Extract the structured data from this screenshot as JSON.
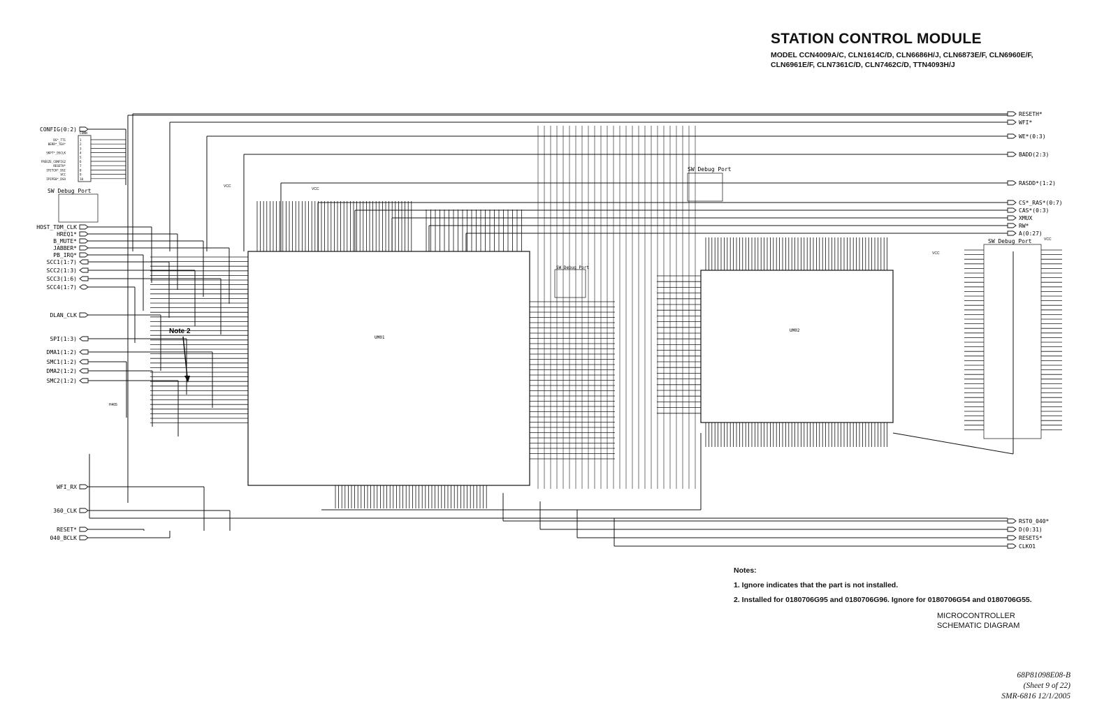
{
  "header": {
    "title": "STATION CONTROL MODULE",
    "models_line1": "MODEL CCN4009A/C, CLN1614C/D, CLN6686H/J, CLN6873E/F, CLN6960E/F,",
    "models_line2": "CLN6961E/F, CLN7361C/D, CLN7462C/D, TTN4093H/J"
  },
  "left_ports": [
    {
      "label": "CONFIG(0:2)",
      "dir": "out"
    },
    {
      "label": "HOST_TDM_CLK",
      "dir": "out"
    },
    {
      "label": "HREQ1*",
      "dir": "out"
    },
    {
      "label": "B_MUTE*",
      "dir": "out"
    },
    {
      "label": "JABBER*",
      "dir": "out"
    },
    {
      "label": "PB_IRQ*",
      "dir": "out"
    },
    {
      "label": "SCC1(1:7)",
      "dir": "in"
    },
    {
      "label": "SCC2(1:3)",
      "dir": "in"
    },
    {
      "label": "SCC3(1:6)",
      "dir": "in"
    },
    {
      "label": "SCC4(1:7)",
      "dir": "bi"
    },
    {
      "label": "DLAN_CLK",
      "dir": "out"
    },
    {
      "label": "SPI(1:3)",
      "dir": "in"
    },
    {
      "label": "DMA1(1:2)",
      "dir": "in"
    },
    {
      "label": "SMC1(1:2)",
      "dir": "in"
    },
    {
      "label": "DMA2(1:2)",
      "dir": "in"
    },
    {
      "label": "SMC2(1:2)",
      "dir": "in"
    },
    {
      "label": "WFI_RX",
      "dir": "out"
    },
    {
      "label": "360_CLK",
      "dir": "out"
    },
    {
      "label": "RESET*",
      "dir": "out"
    },
    {
      "label": "040_BCLK",
      "dir": "out"
    }
  ],
  "right_ports": [
    {
      "label": "RESETH*"
    },
    {
      "label": "WFI*"
    },
    {
      "label": "WE*(0:3)"
    },
    {
      "label": "BADD(2:3)"
    },
    {
      "label": "RASDD*(1:2)"
    },
    {
      "label": "CS*_RAS*(0:7)"
    },
    {
      "label": "CAS*(0:3)"
    },
    {
      "label": "XMUX"
    },
    {
      "label": "RW*"
    },
    {
      "label": "A(0:27)"
    },
    {
      "label": "RST0_040*"
    },
    {
      "label": "D(0:31)"
    },
    {
      "label": "RESETS*"
    },
    {
      "label": "CLKO1"
    }
  ],
  "config_header": {
    "ref": "CONN",
    "pins": [
      {
        "signal": "DS*_TT1",
        "pin": "1"
      },
      {
        "signal": "BERR*_TEA*",
        "pin": "2"
      },
      {
        "signal": "",
        "pin": "3"
      },
      {
        "signal": "SKPT*_DSCLK",
        "pin": "4"
      },
      {
        "signal": "",
        "pin": "5"
      },
      {
        "signal": "FREEZE_CONFIG2",
        "pin": "6"
      },
      {
        "signal": "RESETH*",
        "pin": "7"
      },
      {
        "signal": "IFETCH*_DSI",
        "pin": "8"
      },
      {
        "signal": "VCC",
        "pin": "9"
      },
      {
        "signal": "IPIPE0*_DSO",
        "pin": "10"
      }
    ]
  },
  "debug_ports": [
    {
      "label": "SW Debug Port"
    },
    {
      "label": "SW Debug Port"
    },
    {
      "label": "SW Debug Port"
    },
    {
      "label": "SW Debug Port"
    }
  ],
  "chips": {
    "u1": "UM01",
    "u2": "UM02"
  },
  "annotations": {
    "note2": "Note 2",
    "vcc": "VCC",
    "h405": "H405"
  },
  "notes": {
    "heading": "Notes:",
    "items": [
      "1. Ignore indicates that the part is not installed.",
      "2. Installed for 0180706G95 and 0180706G96. Ignore for 0180706G54 and 0180706G55."
    ]
  },
  "caption": {
    "line1": "MICROCONTROLLER",
    "line2": "SCHEMATIC DIAGRAM"
  },
  "doc": {
    "number": "68P81098E08-B",
    "sheet": "(Sheet 9 of 22)",
    "ref": "SMR-6816   12/1/2005"
  }
}
